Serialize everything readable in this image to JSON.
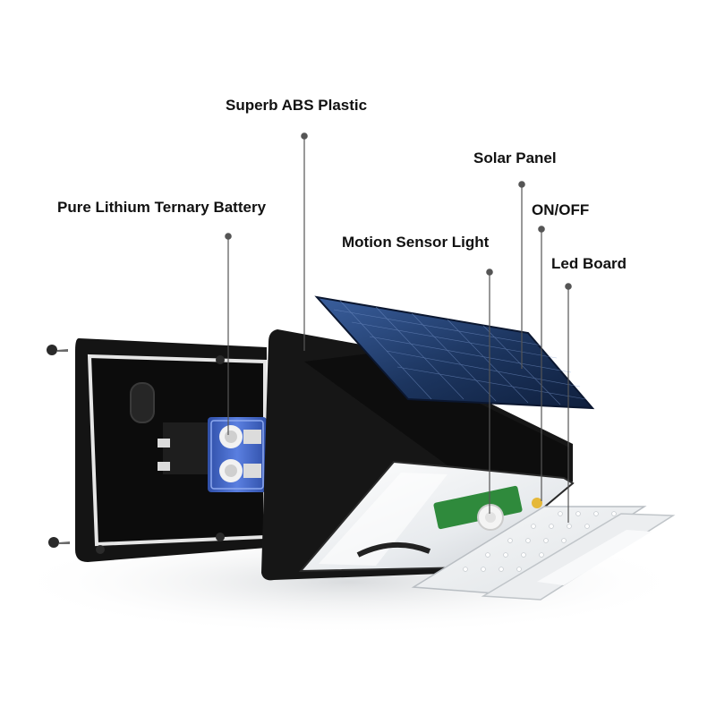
{
  "diagram": {
    "callouts": [
      {
        "id": "abs",
        "label": "Superb ABS Plastic"
      },
      {
        "id": "battery",
        "label": "Pure Lithium Ternary Battery"
      },
      {
        "id": "solar",
        "label": "Solar Panel"
      },
      {
        "id": "onoff",
        "label": "ON/OFF"
      },
      {
        "id": "motion",
        "label": "Motion Sensor Light"
      },
      {
        "id": "led",
        "label": "Led Board"
      }
    ],
    "colors": {
      "housing": "#161616",
      "solar_cells": "#1b3a6b",
      "battery": "#3f63c9",
      "pcb": "#2f8a3c",
      "leader_line": "#555555"
    }
  }
}
